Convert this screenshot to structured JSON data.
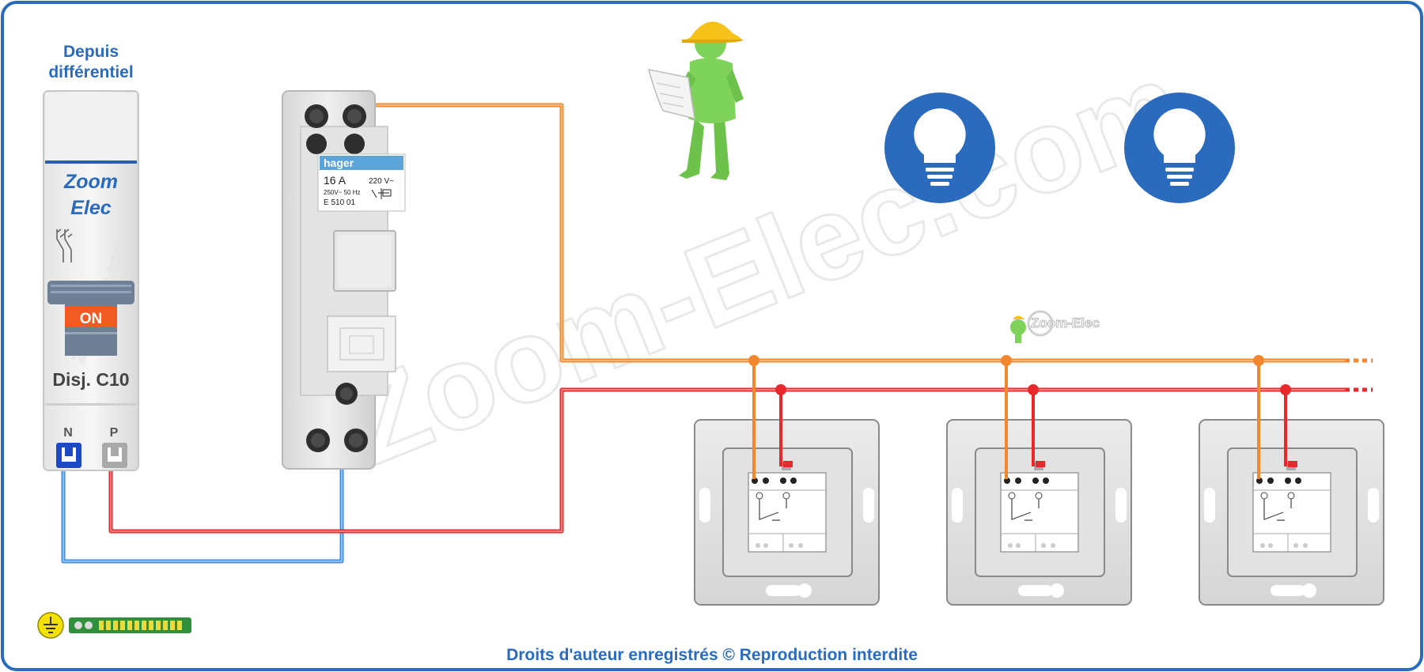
{
  "source_label": {
    "line1": "Depuis",
    "line2": "différentiel"
  },
  "breaker": {
    "brand_line1": "Zoom",
    "brand_line2": "Elec",
    "switch_state": "ON",
    "model": "Disj. C10",
    "terminal_neutral": "N",
    "terminal_phase": "P",
    "watermark": "Zoom-Elec.com"
  },
  "relay": {
    "brand": "hager",
    "rating": "16 A",
    "spec_line": "250V~ 50 Hz",
    "ref": "E 510 01",
    "coil_voltage": "220 V~"
  },
  "watermark": "Zoom-Elec.com",
  "logo_text": "Zoom-Elec",
  "copyright": "Droits d'auteur enregistrés © Reproduction interdite",
  "colors": {
    "frame": "#2a6bbd",
    "neutral_wire": "#3a8ff0",
    "phase_wire": "#e8282a",
    "control_wire": "#f3872e",
    "lamp": "#2a6bbd",
    "worker_body": "#7ed35a",
    "worker_helmet": "#f6c21a"
  },
  "icons": [
    "worker-figure",
    "lightbulb-icon",
    "lightbulb-icon",
    "earth-ground-icon",
    "ground-terminal-bar"
  ]
}
